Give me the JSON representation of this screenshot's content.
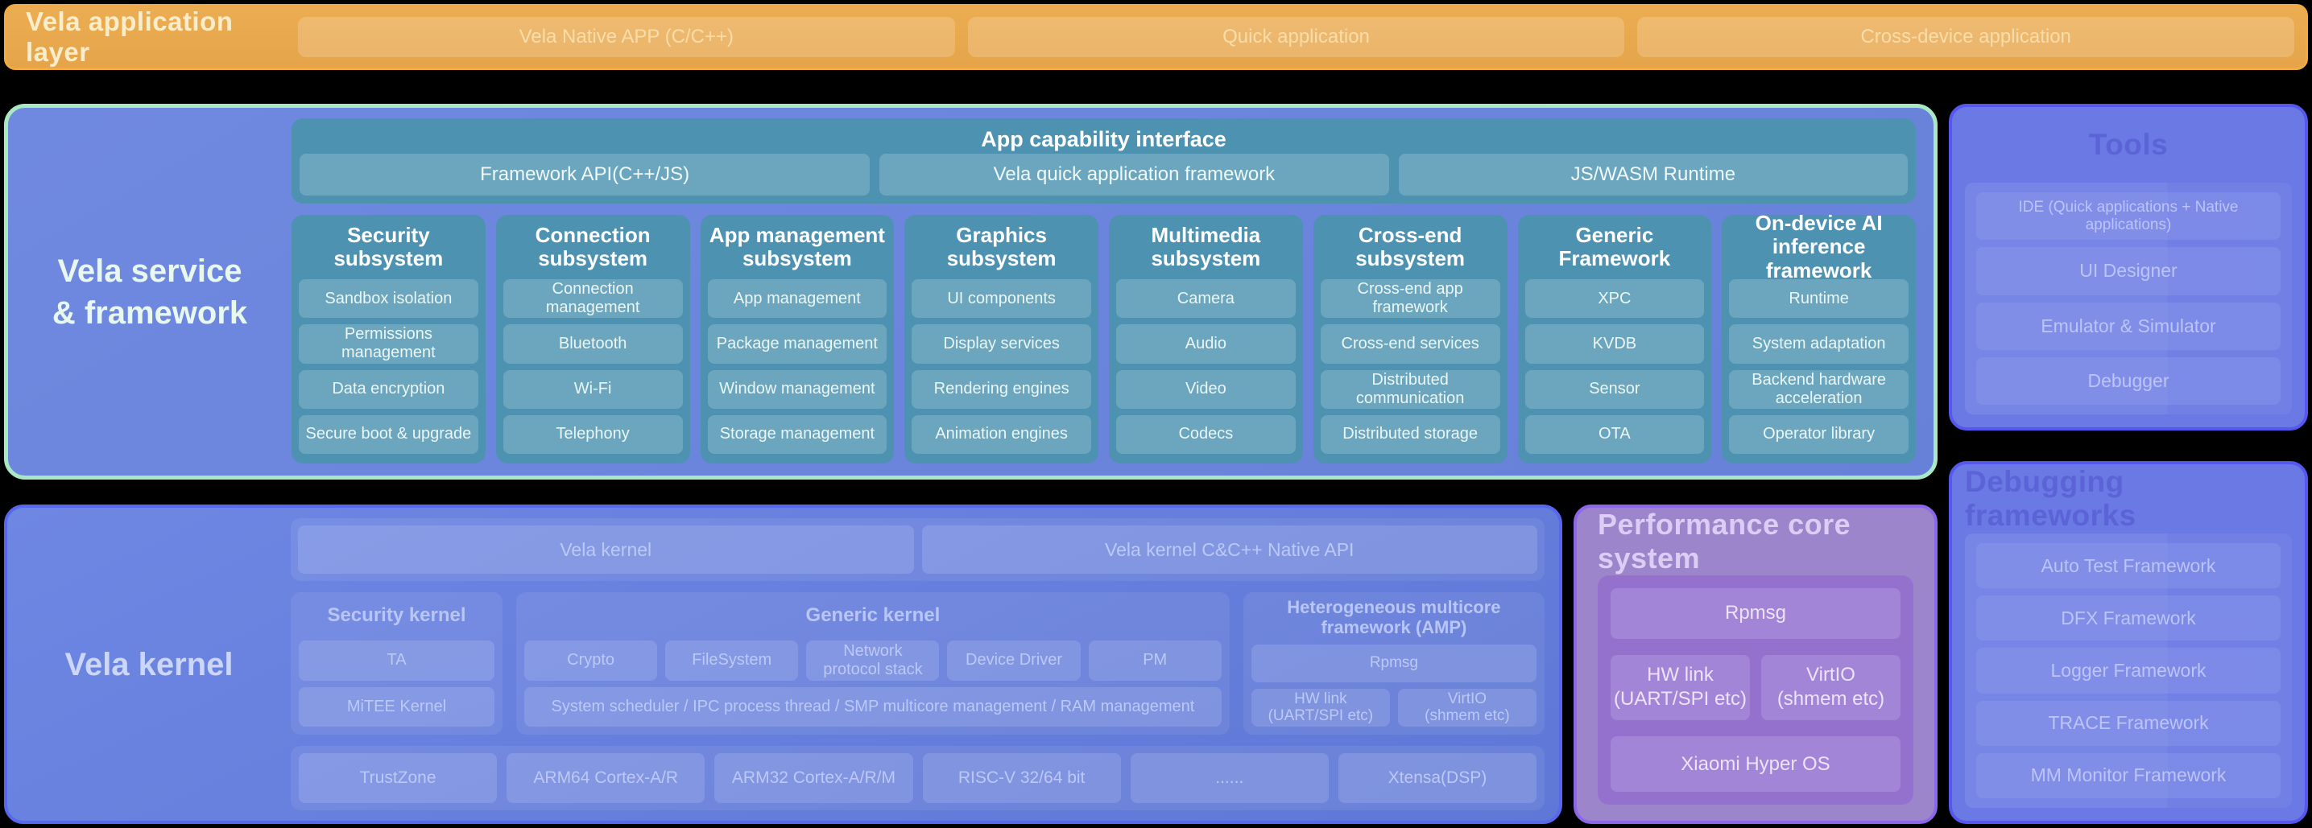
{
  "palette": {
    "background": "#000000",
    "app_layer_bg": "#e8a84e",
    "app_layer_border": "#f2ab42",
    "service_bg": "#6c87dd",
    "service_border": "#a8e9c4",
    "teal_panel": "#4e92b2",
    "teal_chip": "#6ba6be",
    "kernel_bg": "#6680dc",
    "kernel_border": "#5868ec",
    "tools_bg": "#6a79e4",
    "tools_border": "#5557ee",
    "performance_bg": "#9c85ca",
    "performance_border": "#8d67e9"
  },
  "app_layer": {
    "title": "Vela application layer",
    "boxes": [
      "Vela Native APP (C/C++)",
      "Quick application",
      "Cross-device application"
    ]
  },
  "service": {
    "label": "Vela service\n& framework",
    "capability": {
      "title": "App capability interface",
      "chips": [
        "Framework API(C++/JS)",
        "Vela quick application framework",
        "JS/WASM Runtime"
      ]
    },
    "subsystems": [
      {
        "title": "Security subsystem",
        "items": [
          "Sandbox isolation",
          "Permissions management",
          "Data encryption",
          "Secure boot & upgrade"
        ]
      },
      {
        "title": "Connection subsystem",
        "items": [
          "Connection management",
          "Bluetooth",
          "Wi-Fi",
          "Telephony"
        ]
      },
      {
        "title": "App management\nsubsystem",
        "items": [
          "App management",
          "Package management",
          "Window management",
          "Storage management"
        ]
      },
      {
        "title": "Graphics subsystem",
        "items": [
          "UI components",
          "Display services",
          "Rendering engines",
          "Animation engines"
        ]
      },
      {
        "title": "Multimedia subsystem",
        "items": [
          "Camera",
          "Audio",
          "Video",
          "Codecs"
        ]
      },
      {
        "title": "Cross-end subsystem",
        "items": [
          "Cross-end app framework",
          "Cross-end services",
          "Distributed communication",
          "Distributed storage"
        ]
      },
      {
        "title": "Generic Framework",
        "items": [
          "XPC",
          "KVDB",
          "Sensor",
          "OTA"
        ]
      },
      {
        "title": "On-device AI\ninference framework",
        "items": [
          "Runtime",
          "System adaptation",
          "Backend hardware\nacceleration",
          "Operator library"
        ]
      }
    ]
  },
  "tools": {
    "title": "Tools",
    "items": [
      "IDE (Quick applications + Native applications)",
      "UI Designer",
      "Emulator & Simulator",
      "Debugger"
    ]
  },
  "kernel": {
    "label": "Vela kernel",
    "top_bar": [
      "Vela kernel",
      "Vela kernel C&C++ Native API"
    ],
    "security": {
      "title": "Security kernel",
      "items": [
        "TA",
        "MiTEE Kernel"
      ]
    },
    "generic": {
      "title": "Generic kernel",
      "chips": [
        "Crypto",
        "FileSystem",
        "Network\nprotocol stack",
        "Device Driver",
        "PM"
      ],
      "scheduler": "System scheduler / IPC process thread / SMP multicore management / RAM management"
    },
    "amp": {
      "title": "Heterogeneous multicore\nframework (AMP)",
      "rpmsg": "Rpmsg",
      "links": [
        "HW link\n(UART/SPI etc)",
        "VirtIO\n(shmem etc)"
      ]
    },
    "hardware": [
      "TrustZone",
      "ARM64 Cortex-A/R",
      "ARM32 Cortex-A/R/M",
      "RISC-V 32/64 bit",
      "......",
      "Xtensa(DSP)"
    ]
  },
  "performance": {
    "title": "Performance core system",
    "rpmsg": "Rpmsg",
    "links": [
      "HW link\n(UART/SPI etc)",
      "VirtIO\n(shmem etc)"
    ],
    "os": "Xiaomi Hyper OS"
  },
  "debugging": {
    "title": "Debugging frameworks",
    "items": [
      "Auto Test Framework",
      "DFX Framework",
      "Logger Framework",
      "TRACE Framework",
      "MM Monitor Framework"
    ]
  }
}
